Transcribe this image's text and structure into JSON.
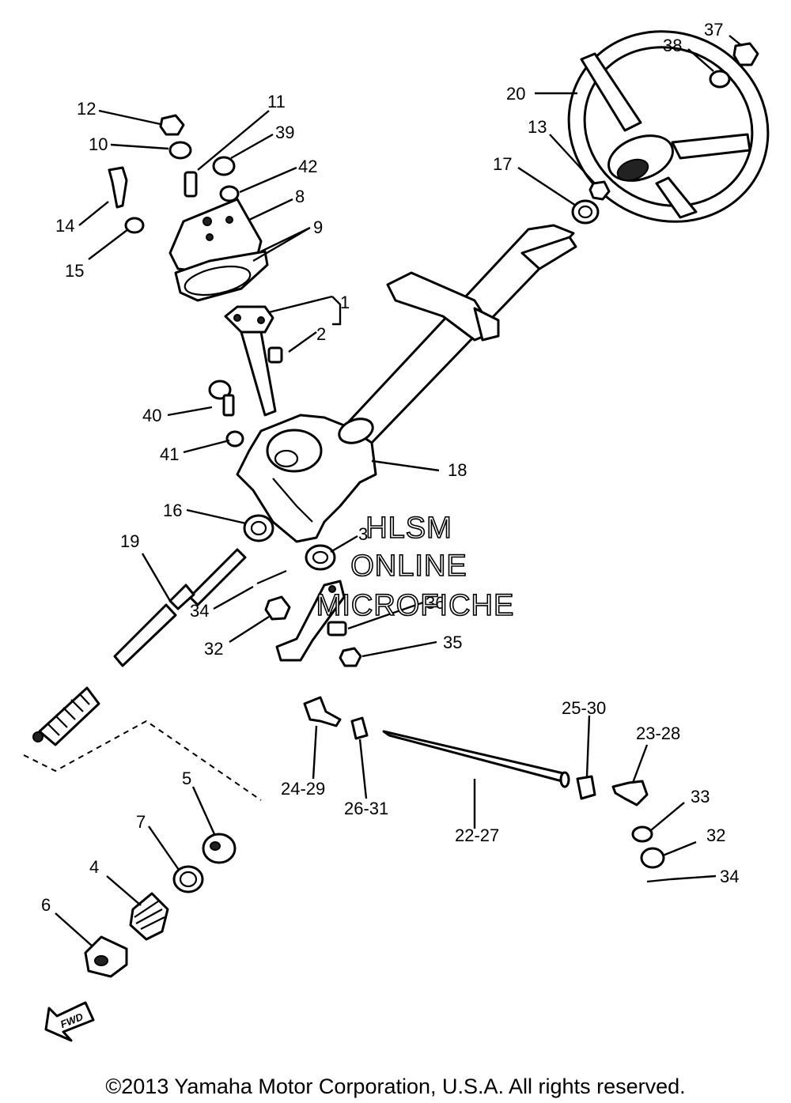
{
  "callouts": [
    "37",
    "38",
    "20",
    "13",
    "17",
    "12",
    "11",
    "39",
    "10",
    "42",
    "8",
    "9",
    "14",
    "15",
    "1",
    "2",
    "40",
    "41",
    "18",
    "16",
    "3",
    "19",
    "34",
    "32",
    "36",
    "35",
    "25-30",
    "23-28",
    "33",
    "24-29",
    "26-31",
    "22-27",
    "5",
    "7",
    "4",
    "6"
  ],
  "watermark": [
    "HLSM",
    "ONLINE",
    "MICROFICHE"
  ],
  "fwd_label": "FWD",
  "copyright": "©2013 Yamaha Motor Corporation, U.S.A. All rights reserved."
}
